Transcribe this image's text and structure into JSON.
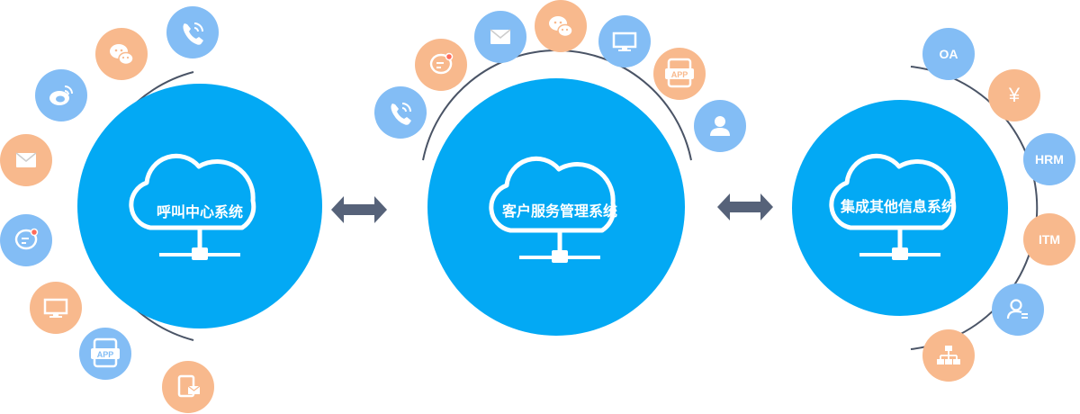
{
  "systems": [
    {
      "label": "呼叫中心系统"
    },
    {
      "label": "客户服务管理系统"
    },
    {
      "label": "集成其他信息系统"
    }
  ],
  "integrations": {
    "oa": "OA",
    "yen": "¥",
    "hrm": "HRM",
    "itm": "ITM"
  },
  "app_text": "APP",
  "colors": {
    "main": "#03a9f4",
    "orange": "#f8b98d",
    "blue_light": "#83bdf5",
    "arc": "#4a5466",
    "arrow": "#566279"
  }
}
